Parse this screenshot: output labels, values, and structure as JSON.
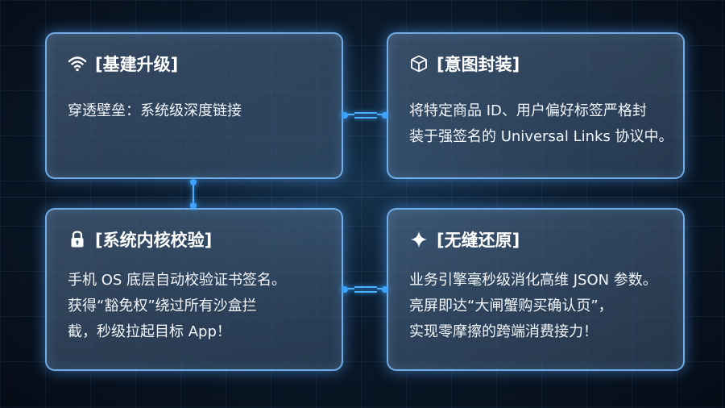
{
  "cards": [
    {
      "title": "[基建升级]",
      "icon": "wifi-icon",
      "lines": [
        "穿透壁垒：系统级深度链接"
      ]
    },
    {
      "title": "[意图封装]",
      "icon": "cube-icon",
      "lines": [
        "将特定商品 ID、用户偏好标签严格封",
        "装于强签名的 Universal Links 协议中。"
      ]
    },
    {
      "title": "[系统内核校验]",
      "icon": "lock-icon",
      "lines": [
        "手机 OS 底层自动校验证书签名。",
        "获得“豁免权”绕过所有沙盒拦",
        "截，秒级拉起目标 App！"
      ]
    },
    {
      "title": "[无缝还原]",
      "icon": "sparkle-icon",
      "lines": [
        "业务引擎毫秒级消化高维 JSON 参数。",
        "亮屏即达“大闸蟹购买确认页”，",
        "实现零摩擦的跨端消费接力！"
      ]
    }
  ],
  "accent_color": "#3da3ff"
}
